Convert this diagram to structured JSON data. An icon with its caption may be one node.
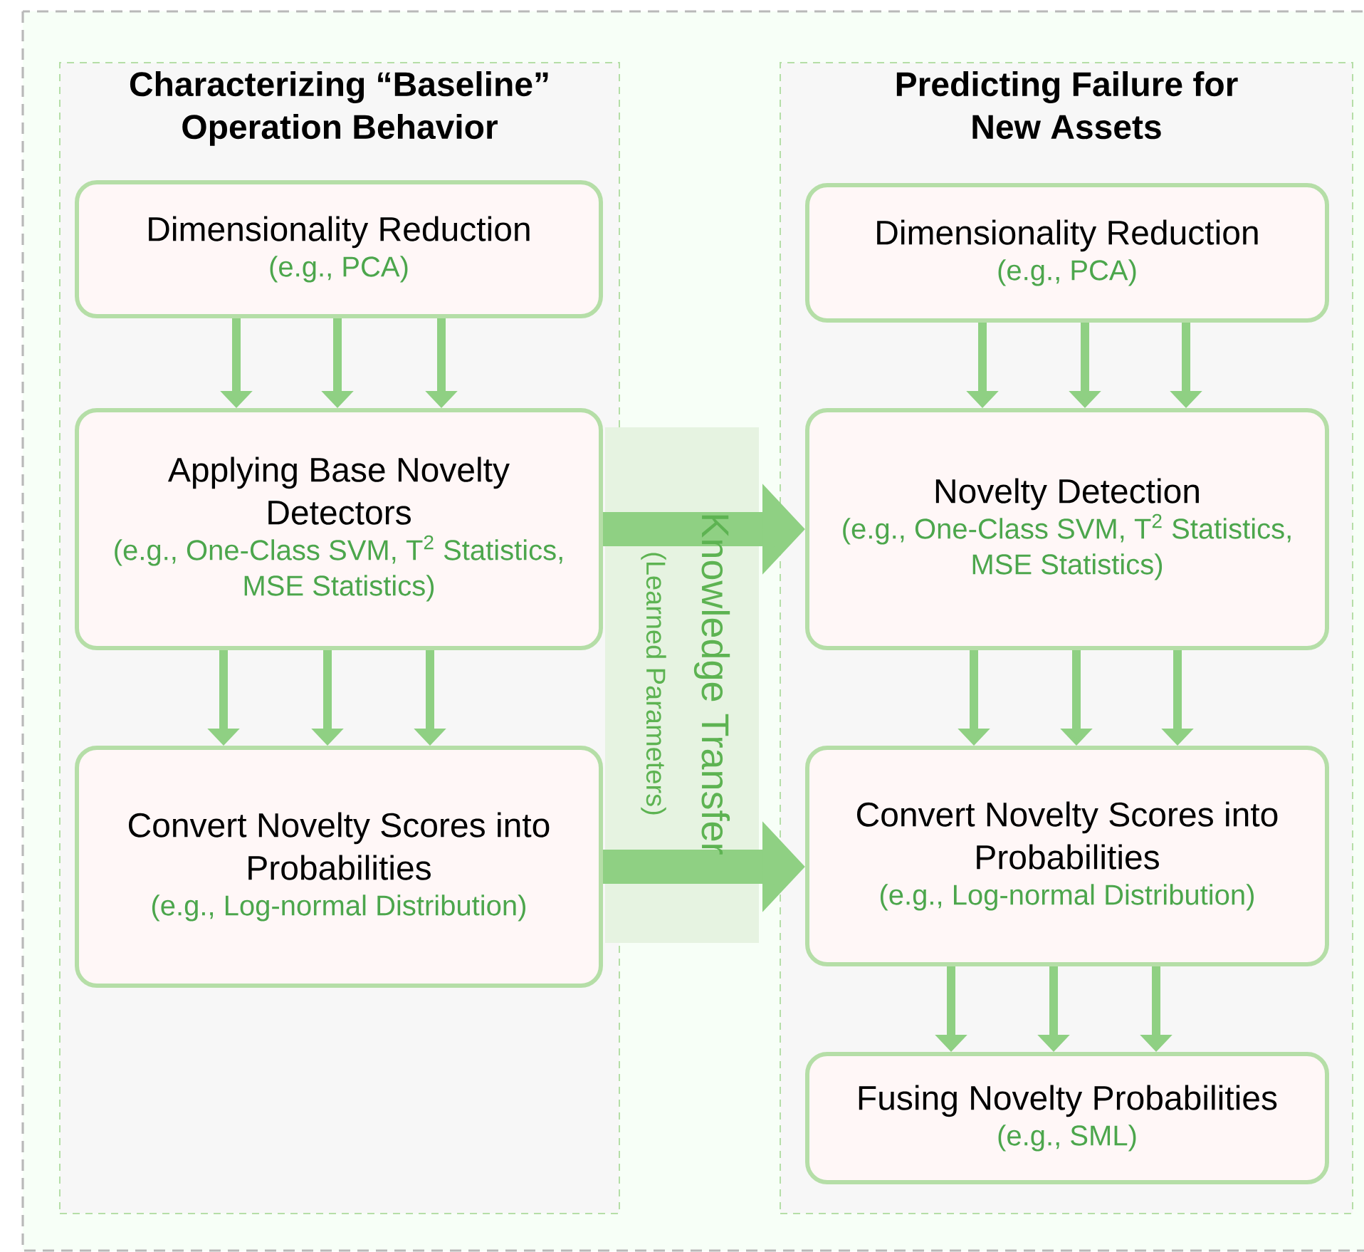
{
  "diagram": {
    "nodes": [
      {
        "text": [
          "Characterizing “Baseline” Operation Behavior"
        ]
      },
      {
        "text": [
          "Dimensionality Reduction",
          "(e.g., PCA)"
        ],
        "in": 0
      },
      {
        "text": [
          "Applying Base Novelty Detectors",
          "(e.g., One-Class SVM, T$^{2}$ Statistics, MSE Statistics)"
        ],
        "in": 0
      },
      {
        "text": [
          "Convert Novelty Scores into Probabilities",
          "(e.g., Log-normal Distribution)"
        ],
        "in": 0
      },
      {
        "text": [
          "Predicting Failure for New Assets"
        ]
      },
      {
        "text": [
          "Dimensionality Reduction",
          "(e.g., PCA)"
        ],
        "in": 4
      },
      {
        "text": [
          "Novelty Detection",
          "(e.g., One-Class SVM, T$^{2}$ Statistics, MSE Statistics)"
        ],
        "in": 4
      },
      {
        "text": [
          "Convert Novelty Scores into Probabilities",
          "(e.g., Log-normal Distribution)"
        ],
        "in": 4
      },
      {
        "text": [
          "Fusing Novelty Probabilities",
          "(e.g., SML)"
        ],
        "in": 4
      }
    ],
    "edges": [
      {
        "from": 1,
        "to": 2,
        "arrow": "to"
      },
      {
        "from": 1,
        "to": 2,
        "arrow": "to"
      },
      {
        "from": 1,
        "to": 2,
        "arrow": "to"
      },
      {
        "from": 2,
        "to": 3,
        "arrow": "to"
      },
      {
        "from": 2,
        "to": 3,
        "arrow": "to"
      },
      {
        "from": 2,
        "to": 3,
        "arrow": "to"
      },
      {
        "from": 2,
        "to": 6,
        "arrow": "to",
        "style": "thick"
      },
      {
        "from": 3,
        "to": 7,
        "arrow": "to",
        "style": "thick"
      },
      {
        "from": 5,
        "to": 6,
        "arrow": "to"
      },
      {
        "from": 5,
        "to": 6,
        "arrow": "to"
      },
      {
        "from": 5,
        "to": 6,
        "arrow": "to"
      },
      {
        "from": 6,
        "to": 7,
        "arrow": "to"
      },
      {
        "from": 6,
        "to": 7,
        "arrow": "to"
      },
      {
        "from": 6,
        "to": 7,
        "arrow": "to"
      },
      {
        "from": 7,
        "to": 8,
        "arrow": "to"
      },
      {
        "from": 7,
        "to": 8,
        "arrow": "to"
      },
      {
        "from": 7,
        "to": 8,
        "arrow": "to"
      }
    ],
    "labels": [
      "Knowledge Transfer",
      "(Learned Parameters)"
    ]
  }
}
